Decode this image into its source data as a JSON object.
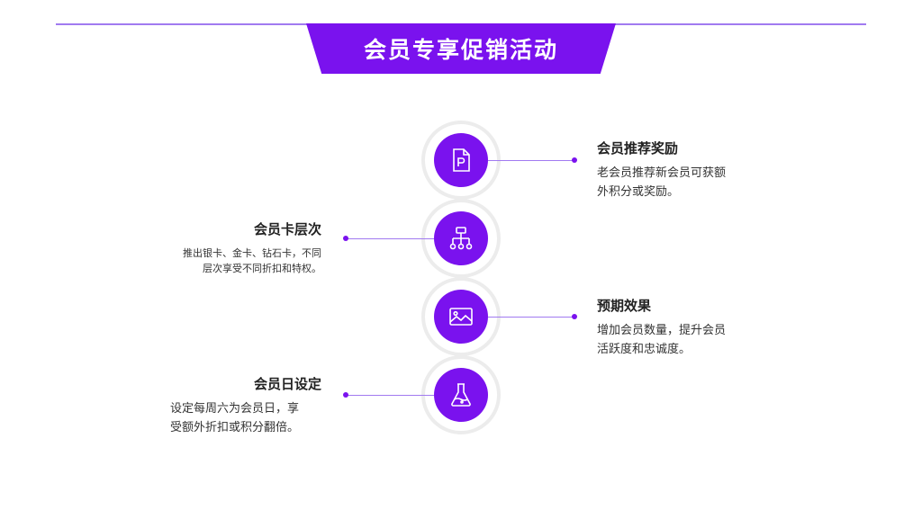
{
  "title": "会员专享促销活动",
  "colors": {
    "accent": "#7a12ee",
    "line": "#a17af0",
    "arc": "#ececec"
  },
  "items": [
    {
      "side": "right",
      "icon": "document-p-icon",
      "title": "会员推荐奖励",
      "desc_line1": "老会员推荐新会员可获额",
      "desc_line2": "外积分或奖励。"
    },
    {
      "side": "left",
      "icon": "hierarchy-icon",
      "title": "会员卡层次",
      "desc_line1": "推出银卡、金卡、钻石卡，不同",
      "desc_line2": "层次享受不同折扣和特权。"
    },
    {
      "side": "right",
      "icon": "image-icon",
      "title": "预期效果",
      "desc_line1": "增加会员数量，提升会员",
      "desc_line2": "活跃度和忠诚度。"
    },
    {
      "side": "left",
      "icon": "flask-icon",
      "title": "会员日设定",
      "desc_line1": "设定每周六为会员日，享",
      "desc_line2": "受额外折扣或积分翻倍。"
    }
  ]
}
